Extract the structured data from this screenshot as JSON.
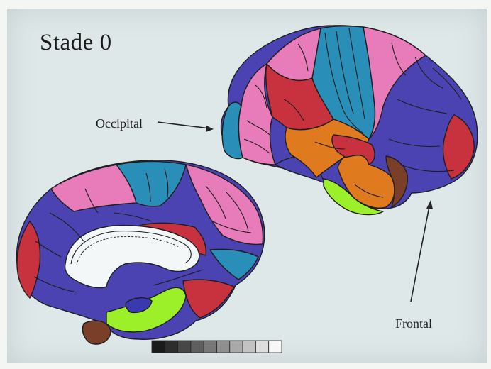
{
  "figure": {
    "title": "Stade 0",
    "labels": {
      "occipital": "Occipital",
      "frontal": "Frontal"
    },
    "scale_bar": {
      "segment_colors": [
        "#1a1a1a",
        "#2d2d2d",
        "#474747",
        "#5f5f5f",
        "#777777",
        "#8f8f8f",
        "#a9a9a9",
        "#c3c3c3",
        "#dedede",
        "#f7f7f7"
      ]
    },
    "colors": {
      "pink": "#e87cba",
      "blue": "#2a8fb8",
      "purple": "#4b43b2",
      "red": "#c8323e",
      "orange": "#e07a1e",
      "brown": "#7a3f28",
      "green": "#9cf02a"
    }
  }
}
